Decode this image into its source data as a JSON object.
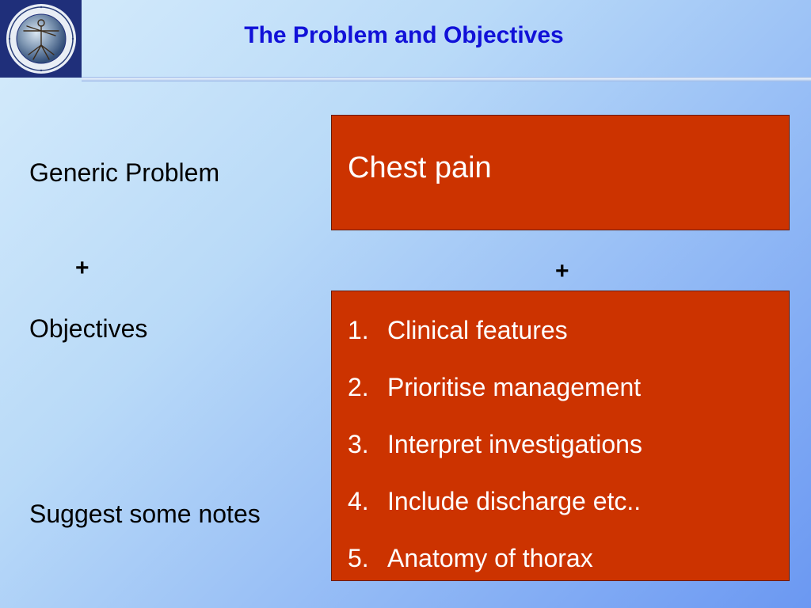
{
  "title": "The Problem and Objectives",
  "left_labels": {
    "generic_problem": "Generic Problem",
    "objectives": "Objectives",
    "notes": "Suggest some notes"
  },
  "plus_signs": [
    "+",
    "+"
  ],
  "problem": {
    "text": "Chest pain"
  },
  "objectives": [
    {
      "num": "1.",
      "text": "Clinical features"
    },
    {
      "num": "2.",
      "text": "Prioritise management"
    },
    {
      "num": "3.",
      "text": "Interpret investigations"
    },
    {
      "num": "4.",
      "text": "Include discharge etc.."
    },
    {
      "num": "5.",
      "text": "Anatomy of thorax"
    }
  ],
  "colors": {
    "title": "#1111d8",
    "box_fill": "#cc3300",
    "logo_bg": "#1f2f7a"
  },
  "icons": {
    "logo": "consortium-seal-logo"
  }
}
